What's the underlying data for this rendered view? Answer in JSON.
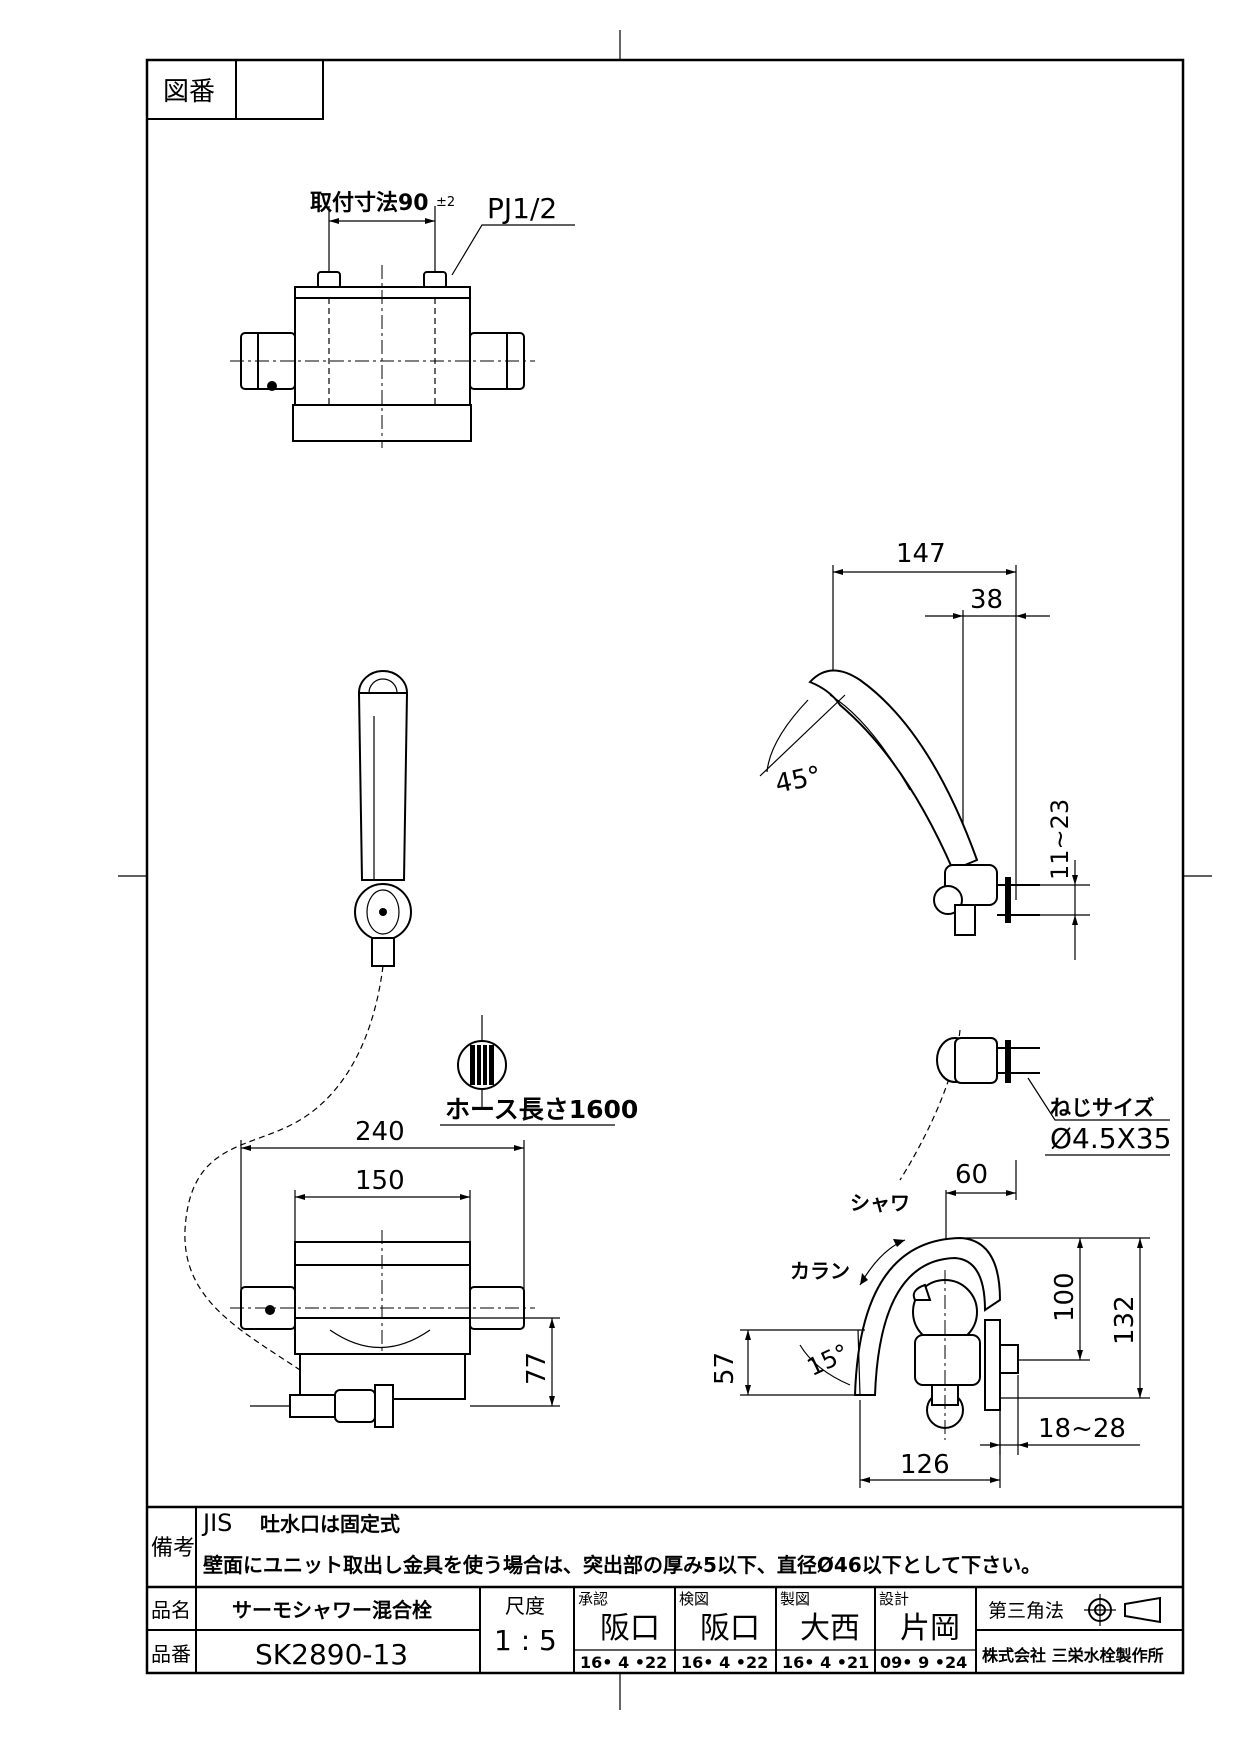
{
  "drawing_number_label": "図番",
  "drawing_number_value": "",
  "top_view": {
    "mount_dim_label": "取付寸法90",
    "mount_dim_tolerance": "±2",
    "pipe_thread": "PJ1/2"
  },
  "side_view": {
    "dim_147": "147",
    "dim_38": "38",
    "angle_45": "45°",
    "dim_11_23": "11~23"
  },
  "hose": {
    "hose_length": "ホース長さ1600"
  },
  "screw": {
    "label": "ねじサイズ",
    "size": "Ø4.5X35"
  },
  "front_view": {
    "dim_240": "240",
    "dim_150": "150",
    "dim_77": "77"
  },
  "lever_view": {
    "dim_60": "60",
    "shower_label": "シャワ",
    "karan_label": "カラン",
    "dim_100": "100",
    "dim_132": "132",
    "dim_57": "57",
    "angle_15": "15°",
    "dim_18_28": "18~28",
    "dim_126": "126"
  },
  "notes": {
    "label": "備考",
    "line1_a": "JIS",
    "line1_b": "吐水口は固定式",
    "line2": "壁面にユニット取出し金具を使う場合は、突出部の厚み5以下、直径Ø46以下として下さい。"
  },
  "title_block": {
    "product_name_label": "品名",
    "product_name": "サーモシャワー混合栓",
    "product_number_label": "品番",
    "product_number": "SK2890-13",
    "scale_label": "尺度",
    "scale": "1 : 5",
    "approve_label": "承認",
    "approve_name": "阪口",
    "approve_date": "16• 4 •22",
    "check_label": "検図",
    "check_name": "阪口",
    "check_date": "16• 4 •22",
    "draw_label": "製図",
    "draw_name": "大西",
    "draw_date": "16• 4 •21",
    "design_label": "設計",
    "design_name": "片岡",
    "design_date": "09• 9 •24",
    "projection": "第三角法",
    "company": "株式会社 三栄水栓製作所"
  }
}
